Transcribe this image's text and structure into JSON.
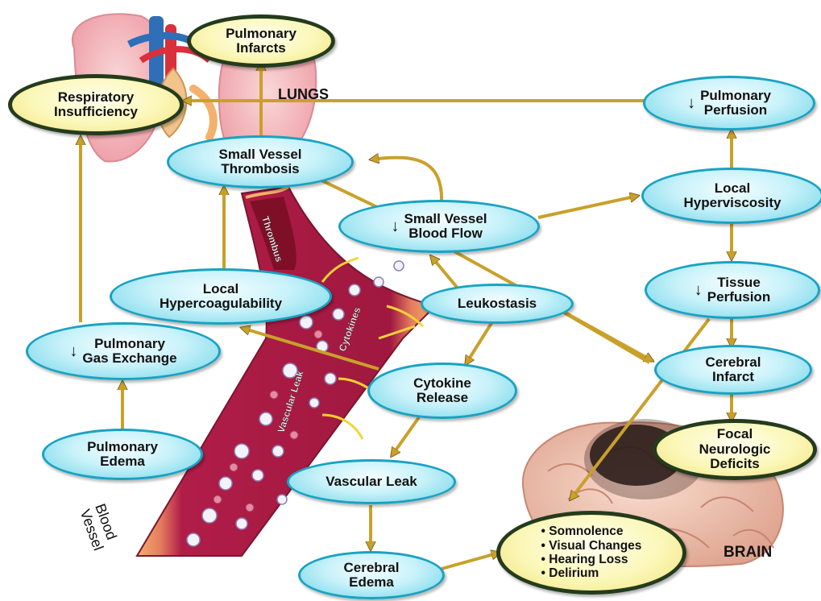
{
  "nodes": {
    "pulmonary_infarcts": {
      "lines": [
        "Pulmonary",
        "Infarcts"
      ]
    },
    "respiratory_insufficiency": {
      "lines": [
        "Respiratory",
        "Insufficiency"
      ]
    },
    "pulmonary_perfusion": {
      "arrow": "↓",
      "lines": [
        "Pulmonary",
        "Perfusion"
      ]
    },
    "small_vessel_thrombosis": {
      "lines": [
        "Small Vessel",
        "Thrombosis"
      ]
    },
    "small_vessel_blood_flow": {
      "arrow": "↓",
      "lines": [
        "Small Vessel",
        "Blood Flow"
      ]
    },
    "local_hyperviscosity": {
      "lines": [
        "Local",
        "Hyperviscosity"
      ]
    },
    "local_hypercoagulability": {
      "lines": [
        "Local",
        "Hypercoagulability"
      ]
    },
    "leukostasis": {
      "lines": [
        "Leukostasis"
      ]
    },
    "tissue_perfusion": {
      "arrow": "↓",
      "lines": [
        "Tissue",
        "Perfusion"
      ]
    },
    "pulmonary_gas_exchange": {
      "arrow": "↓",
      "lines": [
        "Pulmonary",
        "Gas Exchange"
      ]
    },
    "cytokine_release": {
      "lines": [
        "Cytokine",
        "Release"
      ]
    },
    "cerebral_infarct": {
      "lines": [
        "Cerebral",
        "Infarct"
      ]
    },
    "focal_neurologic_deficits": {
      "lines": [
        "Focal",
        "Neurologic",
        "Deficits"
      ]
    },
    "pulmonary_edema": {
      "lines": [
        "Pulmonary",
        "Edema"
      ]
    },
    "vascular_leak": {
      "lines": [
        "Vascular Leak"
      ]
    },
    "symptoms": {
      "items": [
        "Somnolence",
        "Visual Changes",
        "Hearing Loss",
        "Delirium"
      ]
    },
    "cerebral_edema": {
      "lines": [
        "Cerebral",
        "Edema"
      ]
    }
  },
  "labels": {
    "lungs": "LUNGS",
    "brain": "BRAIN",
    "blood_vessel": [
      "Blood",
      "Vessel"
    ],
    "thrombus": "Thrombus",
    "cytokines": "Cytokines",
    "vascular_leak_vessel": "Vascular Leak"
  },
  "colors": {
    "arrow": "#c9a02a",
    "node_fill": "#bdeef7",
    "node_border": "#1aa2c2",
    "outcome_fill": "#f7f2a6",
    "outcome_border": "#243b1d",
    "vessel": "#b3214a",
    "lung": "#f6c9cc",
    "brain": "#f1c8b6"
  }
}
